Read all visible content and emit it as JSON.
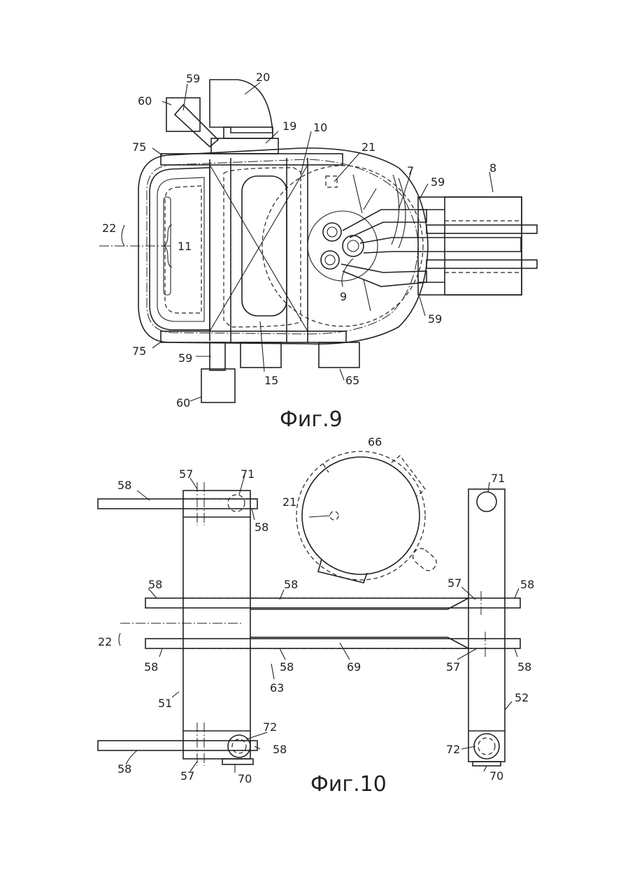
{
  "figures": [
    {
      "id": "fig9",
      "caption": "Фиг.9"
    },
    {
      "id": "fig10",
      "caption": "Фиг.10"
    }
  ],
  "fig9_labels": [
    "59",
    "20",
    "60",
    "19",
    "10",
    "75",
    "21",
    "7",
    "59",
    "8",
    "22",
    "11",
    "9",
    "59",
    "75",
    "59",
    "15",
    "65",
    "60"
  ],
  "fig10_labels": [
    "66",
    "57",
    "71",
    "71",
    "58",
    "21",
    "58",
    "58",
    "58",
    "58",
    "57",
    "58",
    "22",
    "58",
    "58",
    "69",
    "57",
    "58",
    "63",
    "51",
    "52",
    "72",
    "58",
    "72",
    "58",
    "57",
    "70",
    "70"
  ]
}
